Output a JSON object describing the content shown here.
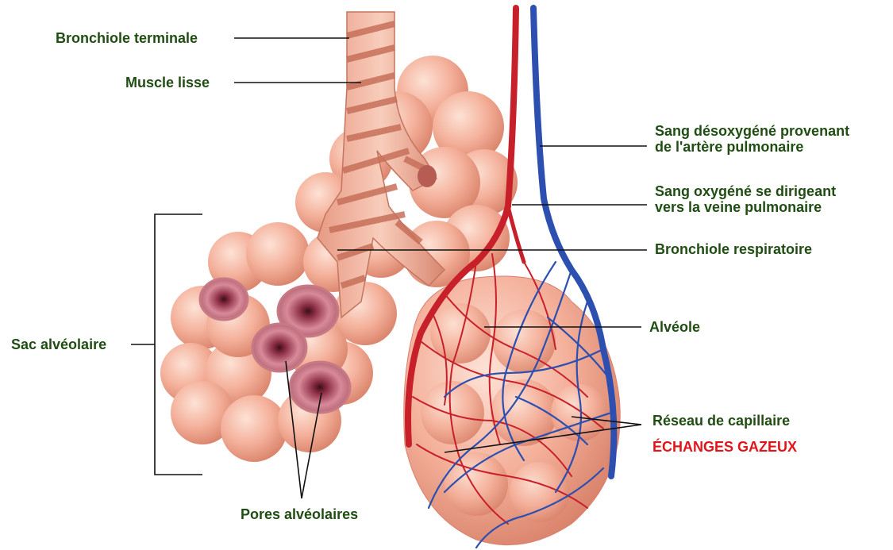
{
  "colors": {
    "label_text": "#1f4d12",
    "highlight_text": "#e0151a",
    "alveolus_fill": "#f4b6a0",
    "artery_blood": "#c8202a",
    "vein_blood": "#2c4fb0"
  },
  "labels": {
    "bronchiole_terminale": "Bronchiole terminale",
    "muscle_lisse": "Muscle lisse",
    "sang_desoxygene_line1": "Sang désoxygéné provenant",
    "sang_desoxygene_line2": "de l'artère pulmonaire",
    "sang_oxygene_line1": "Sang oxygéné se dirigeant",
    "sang_oxygene_line2": "vers la veine pulmonaire",
    "bronchiole_respiratoire": "Bronchiole respiratoire",
    "alveole": "Alvéole",
    "sac_alveolaire": "Sac alvéolaire",
    "reseau_capillaire": "Réseau de capillaire",
    "echanges_gazeux": "ÉCHANGES GAZEUX",
    "pores_alveolaires": "Pores alvéolaires"
  }
}
